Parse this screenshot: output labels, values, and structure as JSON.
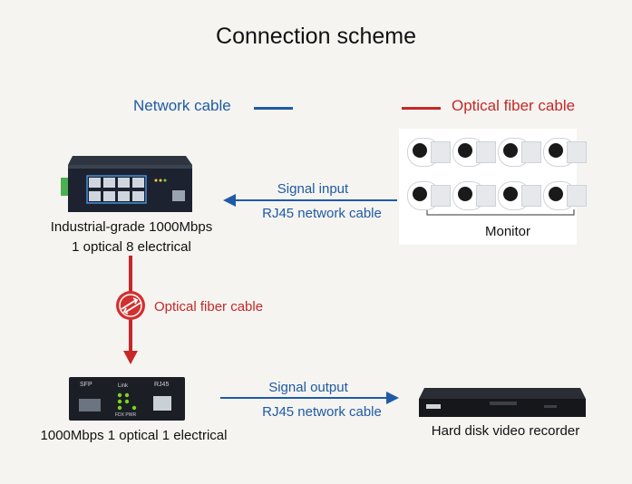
{
  "title": "Connection scheme",
  "legend": {
    "network_cable": "Network cable",
    "optical_fiber_cable": "Optical fiber cable",
    "network_color": "#1f5aa6",
    "fiber_color": "#c62828"
  },
  "devices": {
    "switch_label_line1": "Industrial-grade 1000Mbps",
    "switch_label_line2": "1 optical 8 electrical",
    "monitor_label": "Monitor",
    "converter_label": "1000Mbps 1 optical 1 electrical",
    "converter_sfp": "SFP",
    "converter_rj45": "RJ45",
    "converter_link": "Link",
    "converter_fdx": "FDX PWR",
    "recorder_label": "Hard disk video recorder"
  },
  "connections": {
    "signal_input": "Signal input",
    "input_cable": "RJ45 network cable",
    "fiber_label": "Optical fiber cable",
    "signal_output": "Signal output",
    "output_cable": "RJ45 network cable"
  }
}
